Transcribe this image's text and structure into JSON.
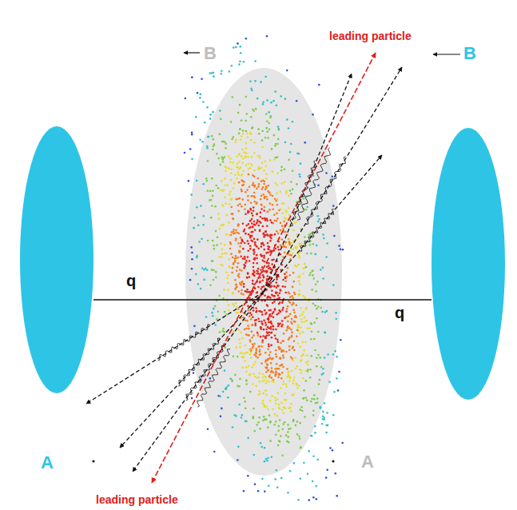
{
  "diagram": {
    "nodes": [
      {
        "text": [
          "A"
        ]
      },
      {
        "text": [
          "B"
        ]
      }
    ],
    "edges": [
      {
        "from": 0,
        "to": 1,
        "arrow": "none"
      }
    ],
    "labels": [
      "leading particle",
      "B",
      "q",
      "q",
      "A",
      "leading particle"
    ]
  }
}
